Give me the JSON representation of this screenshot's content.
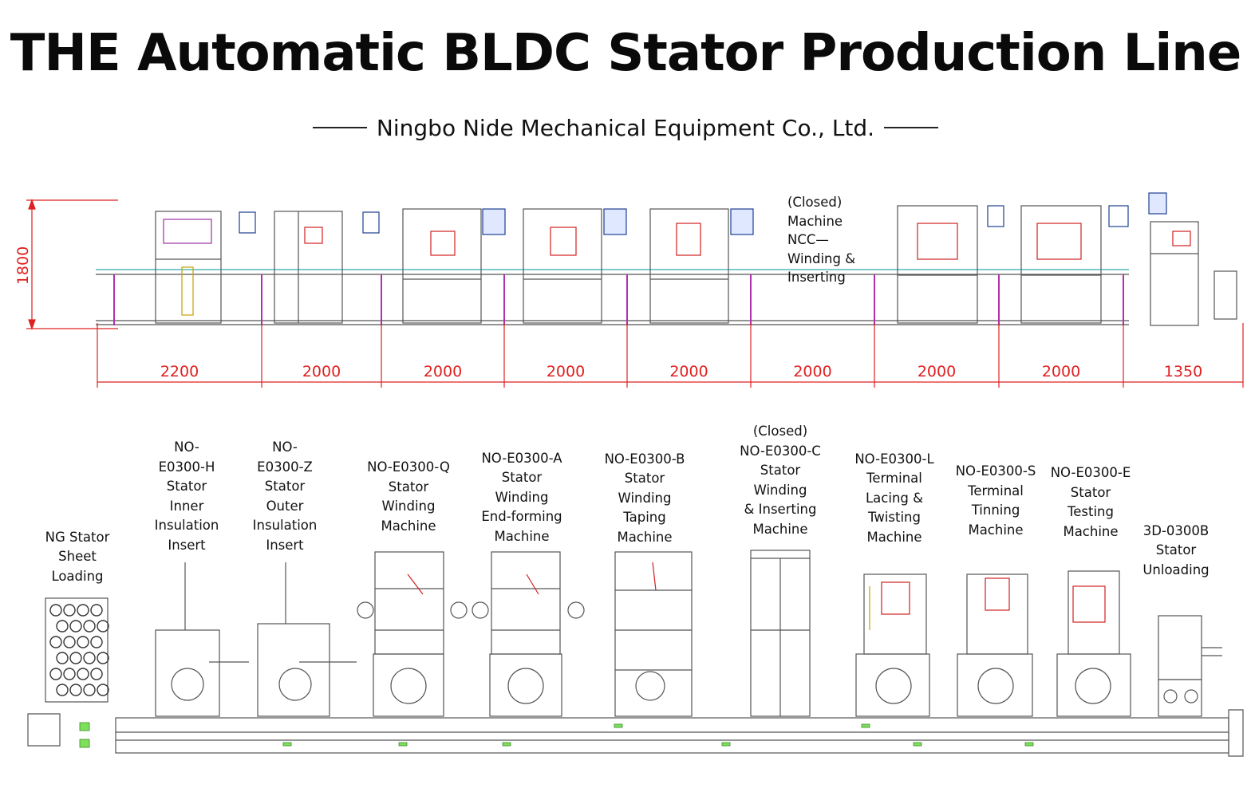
{
  "title": "THE Automatic BLDC Stator Production Line",
  "subtitle": "Ningbo Nide Mechanical Equipment Co., Ltd.",
  "height_dimension": "1800",
  "length_dimensions": [
    "2200",
    "2000",
    "2000",
    "2000",
    "2000",
    "2000",
    "2000",
    "2000",
    "1350"
  ],
  "top_view_note": "(Closed)\nMachine\nNCC—\nWinding &\nInserting",
  "stations": [
    {
      "label": "NG Stator\nSheet\nLoading"
    },
    {
      "label": "NO-\nE0300-H\nStator\nInner\nInsulation\nInsert"
    },
    {
      "label": "NO-\nE0300-Z\nStator\nOuter\nInsulation\nInsert"
    },
    {
      "label": "NO-E0300-Q\nStator\nWinding\nMachine"
    },
    {
      "label": "NO-E0300-A\nStator\nWinding\nEnd-forming\nMachine"
    },
    {
      "label": "NO-E0300-B\nStator\nWinding\nTaping\nMachine"
    },
    {
      "label": "(Closed)\nNO-E0300-C\nStator\nWinding\n& Inserting\nMachine"
    },
    {
      "label": "NO-E0300-L\nTerminal\nLacing &\nTwisting\nMachine"
    },
    {
      "label": "NO-E0300-S\nTerminal\nTinning\nMachine"
    },
    {
      "label": "NO-E0300-E\nStator\nTesting\nMachine"
    },
    {
      "label": "3D-0300B\nStator\nUnloading"
    }
  ]
}
